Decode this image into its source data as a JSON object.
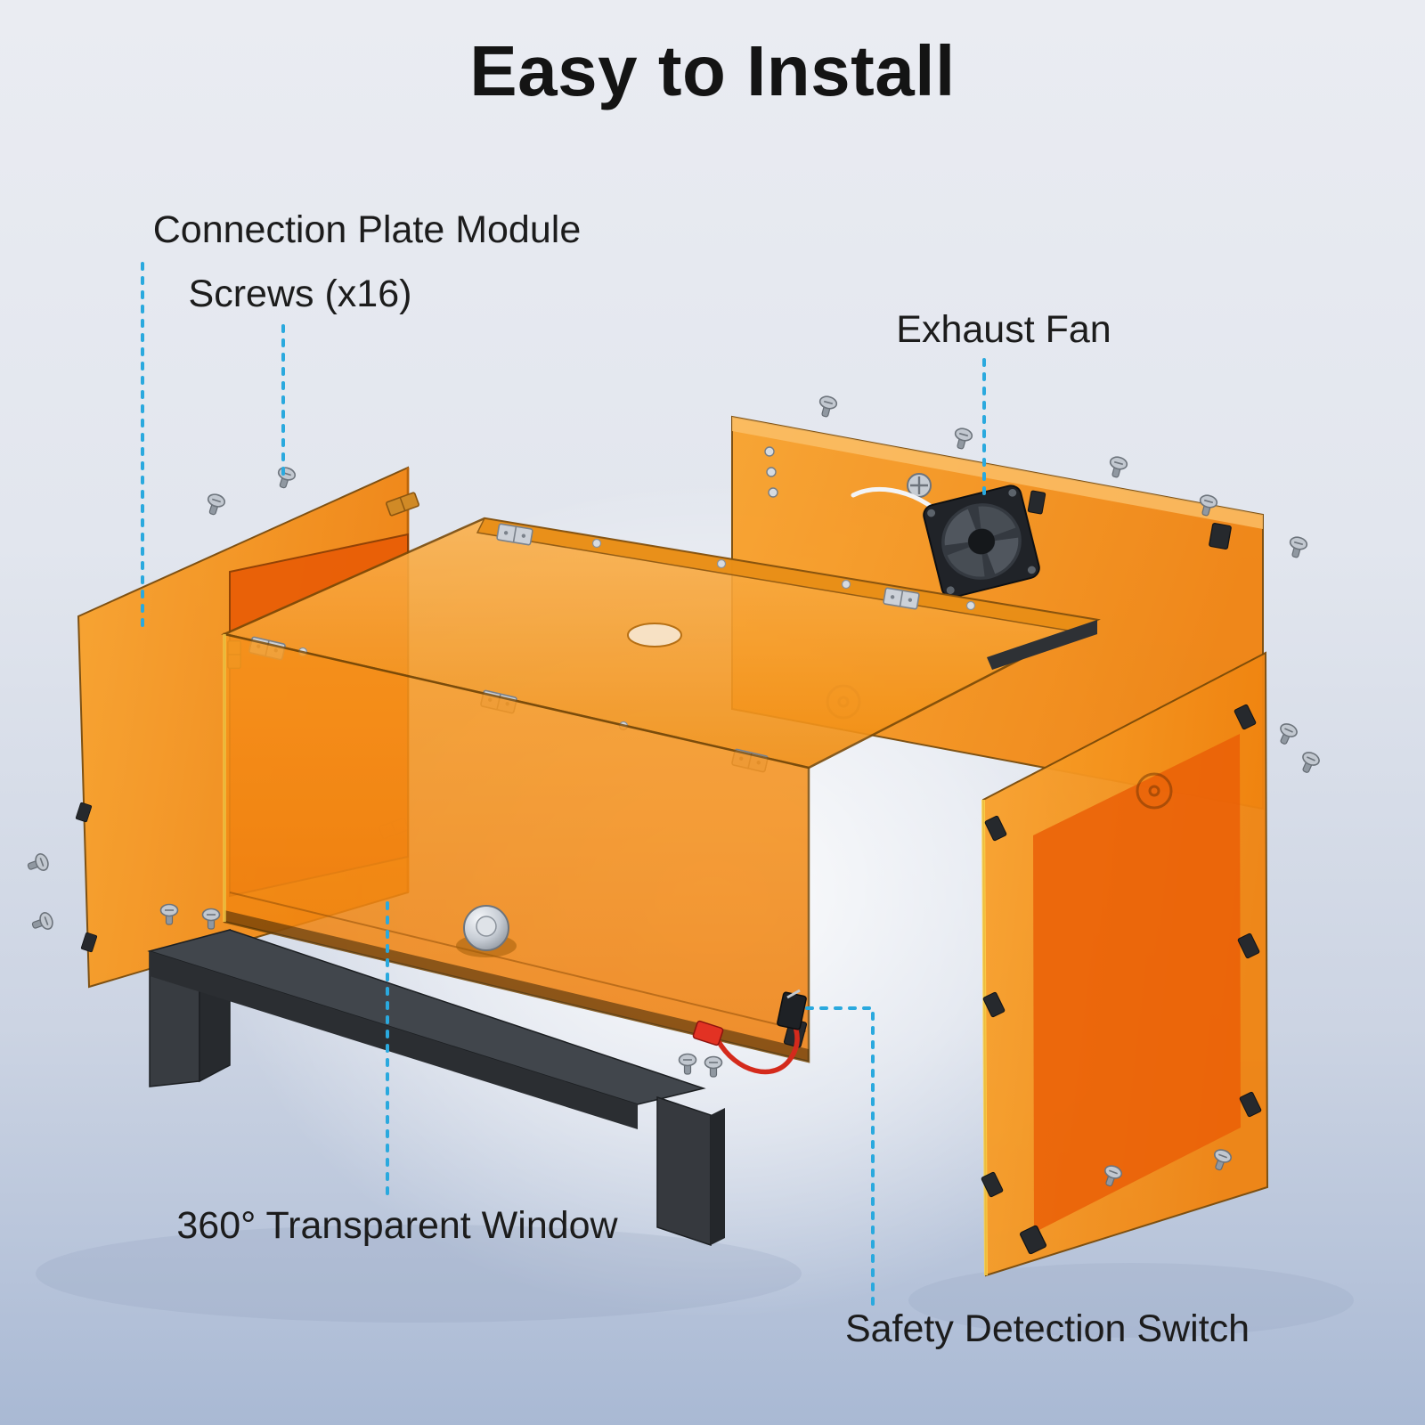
{
  "page": {
    "title": "Easy to Install"
  },
  "labels": {
    "connection_plate_module": "Connection Plate Module",
    "screws": "Screws (x16)",
    "exhaust_fan": "Exhaust Fan",
    "transparent_window": "360° Transparent Window",
    "safety_detection_switch": "Safety Detection Switch"
  },
  "colors": {
    "leader_accent": "#2aa9de",
    "panel_orange": "#f6921e",
    "panel_deep_orange": "#ea5f07",
    "frame_black": "#2c2f33",
    "title_text": "#141414",
    "label_text": "#1c1c1c"
  },
  "diagram": {
    "type": "exploded-view-product-diagram",
    "parts": [
      "left-side-panel",
      "back-panel",
      "right-side-panel",
      "top-lid",
      "front-window-panel",
      "inner-left-wall",
      "base-frame",
      "exhaust-fan",
      "door-knob",
      "safety-detection-switch",
      "loose-screws"
    ]
  }
}
